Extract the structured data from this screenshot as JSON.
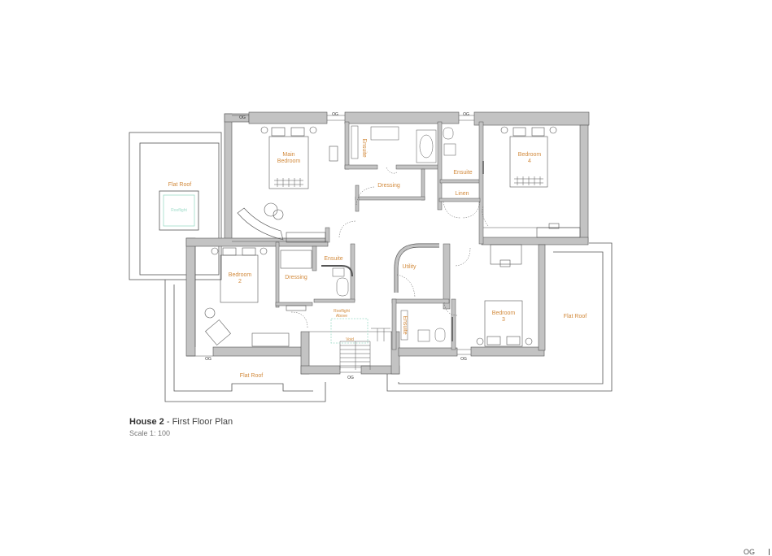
{
  "plan": {
    "rooms": {
      "main_bedroom": "Main\nBedroom",
      "ensuite_main": "Ensuite",
      "dressing_main": "Dressing",
      "ensuite_4": "Ensuite",
      "bedroom_4": "Bedroom\n4",
      "linen": "Linen",
      "bedroom_2": "Bedroom\n2",
      "dressing_2": "Dressing",
      "ensuite_2": "Ensuite",
      "utility": "Utility",
      "ensuite_3": "Ensuite",
      "bedroom_3": "Bedroom\n3"
    },
    "roofs": {
      "flat_roof_left": "Flat Roof",
      "flat_roof_right": "Flat Roof",
      "flat_roof_bottom": "Flat Roof"
    },
    "skylights": {
      "rooflight": "Rooflight",
      "rooflight_above": "Rooflight\nAbove",
      "void": "Void"
    },
    "marks": {
      "og": "OG"
    }
  },
  "caption": {
    "house": "House 2",
    "separator": " - ",
    "title": "First Floor Plan",
    "scale": "Scale 1: 100"
  },
  "footer": {
    "mark": "OG"
  },
  "colors": {
    "label": "#d28a3c",
    "wall": "#b9b9b9",
    "line": "#555555",
    "skylight": "#9edcc9"
  }
}
